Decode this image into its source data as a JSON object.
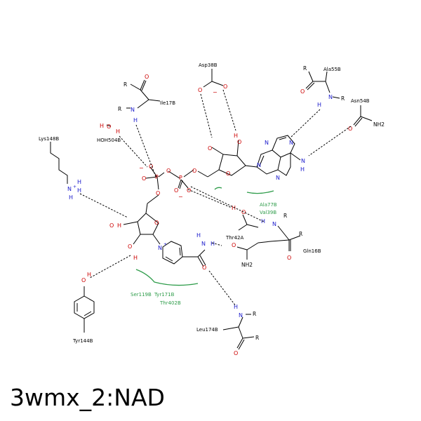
{
  "title": "3wmx_2:NAD",
  "colors": {
    "oxygen": "#cc0000",
    "nitrogen": "#1a1acc",
    "carbon": "#000000",
    "hydrophobic_arc": "#2e9c4a",
    "background": "#ffffff"
  },
  "residues": {
    "asp38b": "Asp38B",
    "ala55b": "Ala55B",
    "asn54b": "Asn54B",
    "ile17b": "Ile17B",
    "lys148b": "Lys148B",
    "hoh504b": "HOH504B",
    "thr42a": "Thr42A",
    "gln16b": "Gln16B",
    "tyr144b": "Tyr144B",
    "leu174b": "Leu174B"
  },
  "hydrophobic": {
    "ala77b": "Ala77B",
    "val39b": "Val39B",
    "ser119b": "Ser119B",
    "tyr171b": "Tyr171B",
    "thr402b": "Thr402B"
  },
  "atoms": {
    "o": "O",
    "n": "N",
    "h": "H",
    "p": "P",
    "r": "R",
    "nh2": "NH2",
    "nplus": "N+",
    "ominus": "O−",
    "minus": "−",
    "plus": "+"
  }
}
